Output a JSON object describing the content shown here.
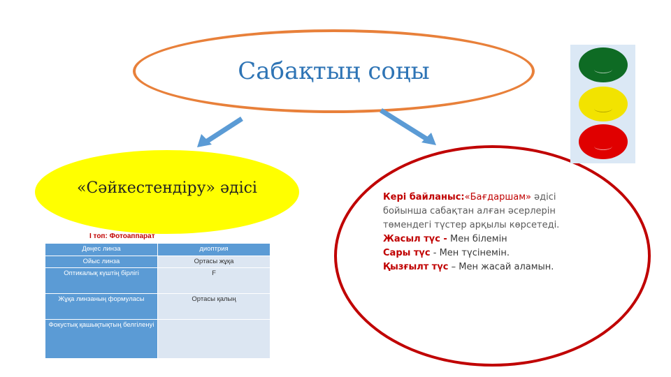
{
  "title": "Сабақтың соңы",
  "left_bubble": {
    "text": "«Сәйкестендіру» әдісі"
  },
  "group_label": "І топ: Фотоаппарат",
  "table": {
    "rows": [
      [
        "Дөңес линза",
        "диоптрия"
      ],
      [
        "Ойыс линза",
        "Ортасы жұқа"
      ],
      [
        "Оптикалық күштің бірлігі",
        "F"
      ],
      [
        "Жұқа линзаның формуласы",
        "Ортасы қалың"
      ],
      [
        "Фокустық қашықтықтың белгіленуі",
        ""
      ]
    ]
  },
  "feedback": {
    "lead_bold": "Кері байланыс:",
    "method_name": "«Бағдаршам»",
    "lead_rest": " әдісі бойынша сабақтан алған әсерлерін төмендегі түстер арқылы көрсетеді.",
    "items": [
      {
        "color_label": "Жасыл түс -",
        "text": " Мен білемін"
      },
      {
        "color_label": "Сары түс",
        "text": " - Мен түсінемін."
      },
      {
        "color_label": "Қызғылт түс",
        "text": " – Мен жасай аламын."
      }
    ]
  },
  "colors": {
    "green": "#0e6b24",
    "yellow": "#f2e300",
    "red": "#e00000"
  }
}
